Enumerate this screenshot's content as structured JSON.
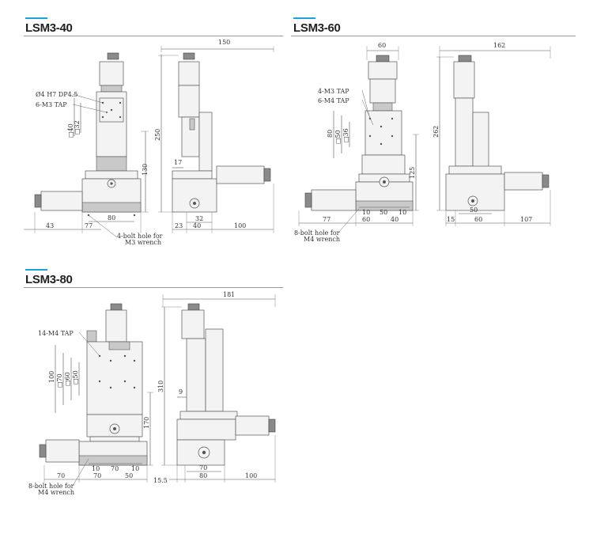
{
  "sections": [
    {
      "title": "LSM3-40",
      "labels": {
        "pin": "Ø4 H7 DP4.5",
        "tap": "6-M3 TAP",
        "bolt1": "4-bolt hole for",
        "bolt2": "M3 wrench"
      },
      "dims": {
        "d150": "150",
        "d250": "250",
        "d130": "130",
        "d17": "17",
        "sq40": "□40",
        "sq32": "□32",
        "d43": "43",
        "d77": "77",
        "d80": "80",
        "d23": "23",
        "d40": "40",
        "d32": "32",
        "d100": "100"
      }
    },
    {
      "title": "LSM3-60",
      "labels": {
        "tap1": "4-M3 TAP",
        "tap2": "6-M4 TAP",
        "bolt1": "8-bolt hole for",
        "bolt2": "M4 wrench"
      },
      "dims": {
        "d60top": "60",
        "d162": "162",
        "d262": "262",
        "d125": "125",
        "d80": "80",
        "sq50": "□50",
        "sq36": "□36",
        "d10a": "10",
        "d50": "50",
        "d10b": "10",
        "d77": "77",
        "d60": "60",
        "d40": "40",
        "d50r": "50",
        "d15": "15",
        "d60r": "60",
        "d107": "107"
      }
    },
    {
      "title": "LSM3-80",
      "labels": {
        "tap": "14-M4 TAP",
        "bolt1": "8-bolt hole for",
        "bolt2": "M4 wrench"
      },
      "dims": {
        "d181": "181",
        "d310": "310",
        "d170": "170",
        "d9": "9",
        "d100": "100",
        "sq70": "□70",
        "sq60": "□60",
        "sq50": "□50",
        "d10a": "10",
        "d70": "70",
        "d10b": "10",
        "d70l": "70",
        "d70m": "70",
        "d50": "50",
        "d155": "15.5",
        "d70r": "70",
        "d80r": "80",
        "d100r": "100"
      }
    }
  ],
  "colors": {
    "accent": "#1aa3d9",
    "line": "#555555"
  }
}
